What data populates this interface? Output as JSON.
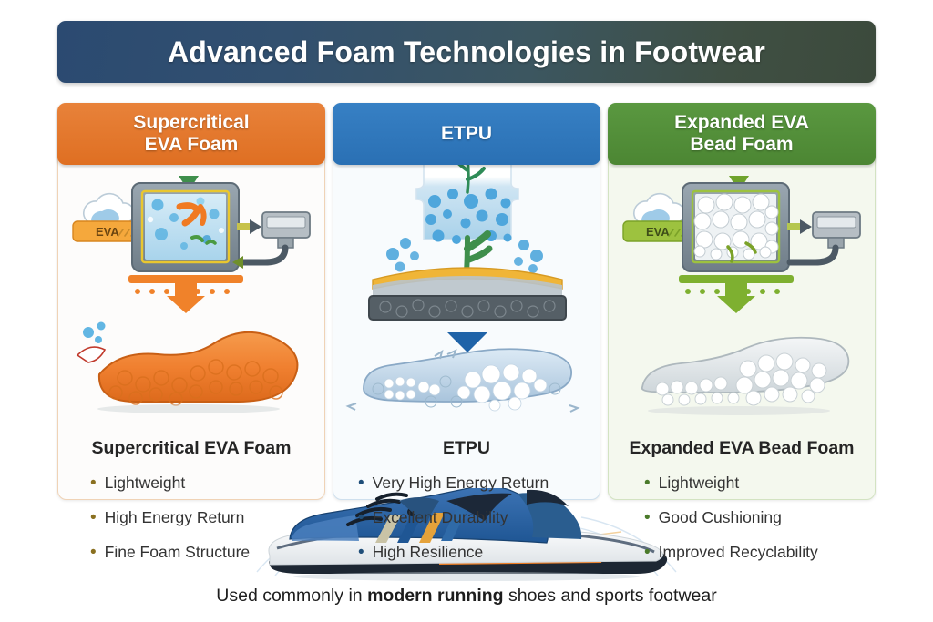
{
  "banner": {
    "title": "Advanced Foam Technologies in Footwear"
  },
  "cards": [
    {
      "header_label": "Supercritical\nEVA Foam",
      "name": "Supercritical EVA Foam",
      "accent": "#df6f22",
      "bullet_color": "#8a7020",
      "illustration": {
        "name": "supercritical-eva-reactor-illustration",
        "feed_label": "EVA",
        "parts": [
          "cloud-icon",
          "eva-feed-label",
          "autoclave-chamber",
          "gas-outlet-valve",
          "down-arrow",
          "orange-foam-midsole",
          "bubbles-icon"
        ]
      },
      "bullets": [
        "Lightweight",
        "High Energy Return",
        "Fine Foam Structure"
      ]
    },
    {
      "header_label": "ETPU",
      "name": "ETPU",
      "accent": "#2a70b4",
      "bullet_color": "#1f4e79",
      "illustration": {
        "name": "etpu-steam-chest-illustration",
        "feed_label": "",
        "parts": [
          "steam-vessel",
          "blue-bubbles",
          "yellow-mold-layer",
          "dark-substrate-layer",
          "down-arrow",
          "blue-bead-foam-insole"
        ]
      },
      "bullets": [
        "Very High Energy Return",
        "Excellent Durability",
        "High Resilience"
      ]
    },
    {
      "header_label": "Expanded EVA\nBead Foam",
      "name": "Expanded EVA Bead Foam",
      "accent": "#4c8633",
      "bullet_color": "#4a7a2a",
      "illustration": {
        "name": "expanded-eva-bead-reactor-illustration",
        "feed_label": "EVA",
        "parts": [
          "cloud-icon",
          "eva-feed-label",
          "bead-chamber",
          "gas-outlet-valve",
          "down-arrow",
          "white-bead-foam-midsole"
        ]
      },
      "bullets": [
        "Lightweight",
        "Good Cushioning",
        "Improved Recyclability"
      ]
    }
  ],
  "footer": {
    "shoe_alt": "blue-running-shoe-illustration",
    "caption_part1": "Used commonly in ",
    "caption_bold": "modern running",
    "caption_part2": " shoes and sports footwear"
  }
}
